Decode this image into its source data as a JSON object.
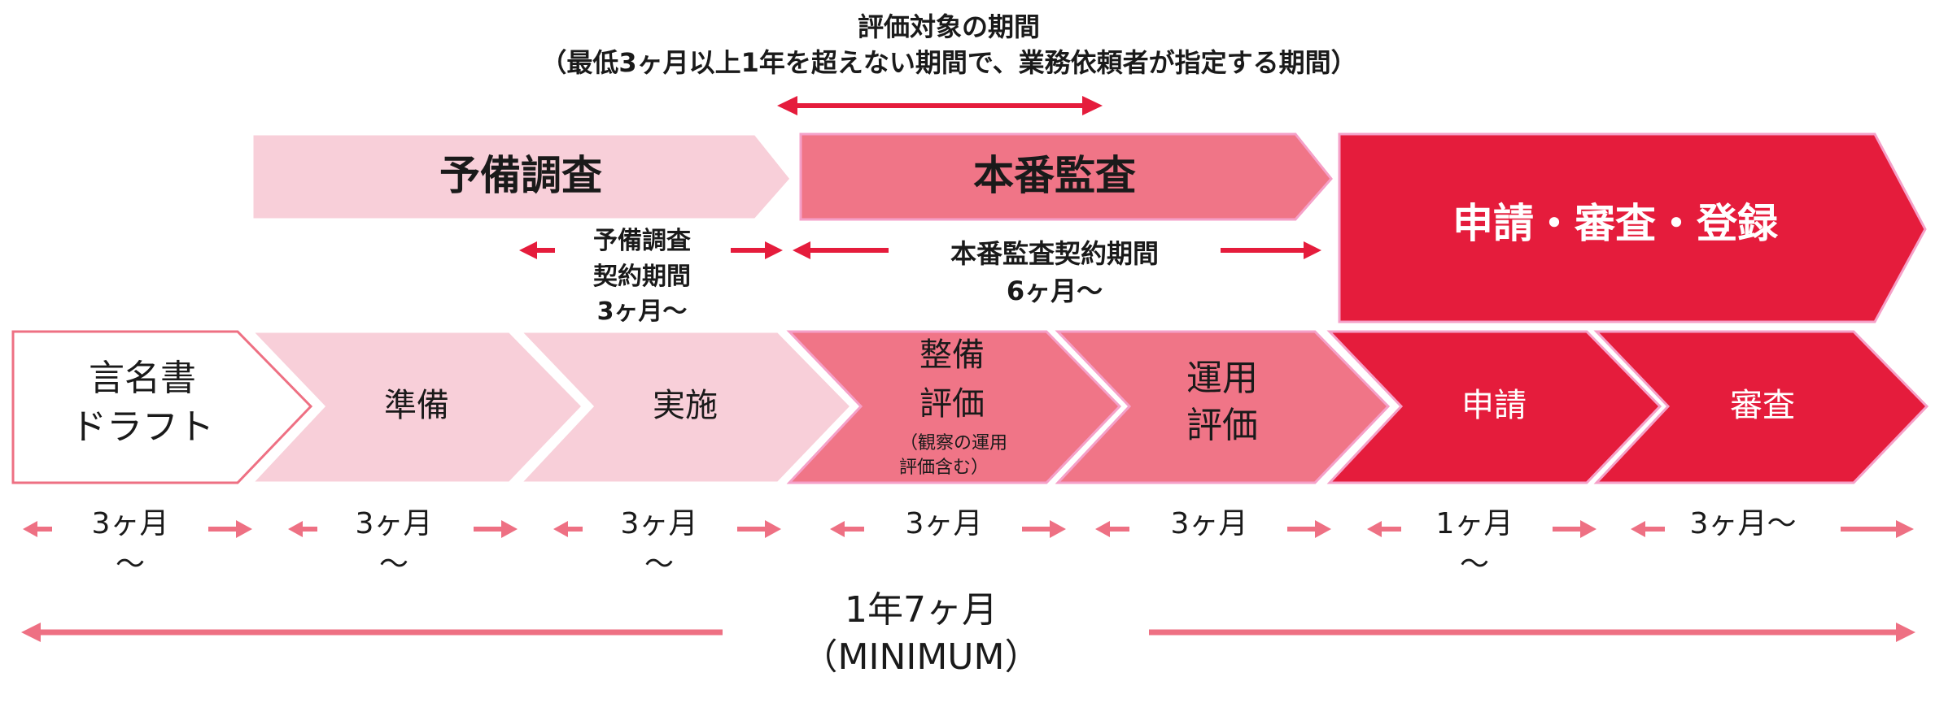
{
  "colors": {
    "light_pink": "#F8CFD9",
    "light_pink_border": "#FFFFFF",
    "mid_pink": "#F07587",
    "red": "#E51C3C",
    "arrow_pink": "#EE7083",
    "arrow_red": "#E51C3C",
    "text_dark": "#1a1a1a",
    "white": "#ffffff"
  },
  "evaluation_period": {
    "title": "評価対象の期間",
    "subtitle": "（最低3ヶ月以上1年を超えない期間で、業務依頼者が指定する期間）"
  },
  "phases": [
    {
      "label": "予備調査"
    },
    {
      "label": "本番監査"
    },
    {
      "label": "申請・審査・登録"
    }
  ],
  "contract_periods": {
    "preliminary": {
      "line1": "予備調査",
      "line2": "契約期間",
      "line3": "3ヶ月～"
    },
    "main": {
      "line1": "本番監査契約期間",
      "line2": "6ヶ月～"
    }
  },
  "steps": [
    {
      "line1": "言名書",
      "line2": "ドラフト",
      "duration_line1": "3ヶ月",
      "duration_line2": "～"
    },
    {
      "line1": "準備",
      "line2": "",
      "duration_line1": "3ヶ月",
      "duration_line2": "～"
    },
    {
      "line1": "実施",
      "line2": "",
      "duration_line1": "3ヶ月",
      "duration_line2": "～"
    },
    {
      "line1": "整備",
      "line2": "評価",
      "note1": "（観察の運用",
      "note2": "評価含む）",
      "duration_line1": "3ヶ月",
      "duration_line2": ""
    },
    {
      "line1": "運用",
      "line2": "評価",
      "duration_line1": "3ヶ月",
      "duration_line2": ""
    },
    {
      "line1": "申請",
      "line2": "",
      "duration_line1": "1ヶ月",
      "duration_line2": "～"
    },
    {
      "line1": "審査",
      "line2": "",
      "duration_line1": "3ヶ月～",
      "duration_line2": ""
    }
  ],
  "total": {
    "line1": "1年7ヶ月",
    "line2": "（MINIMUM）"
  }
}
